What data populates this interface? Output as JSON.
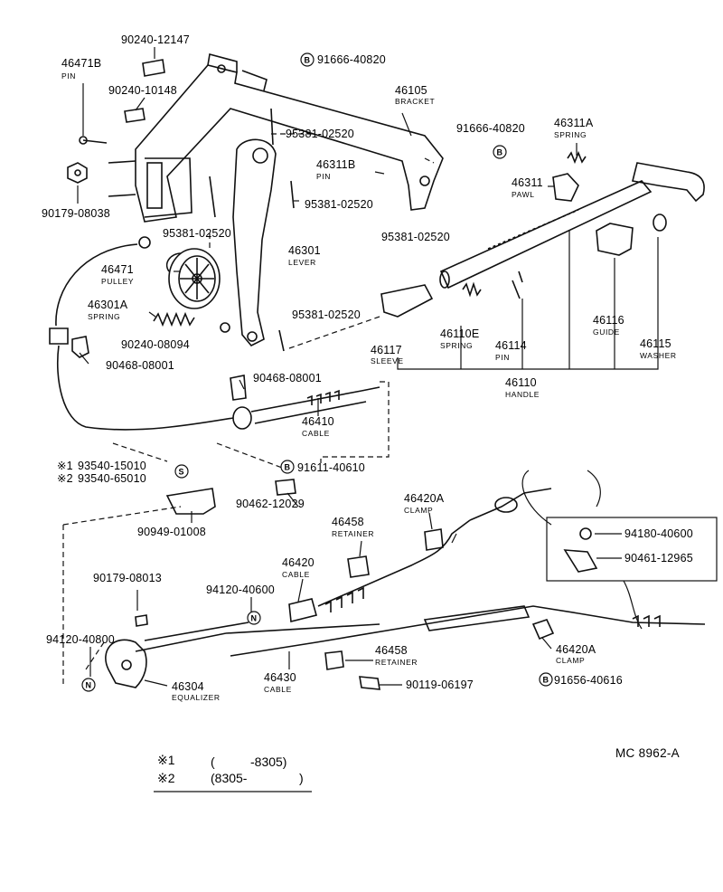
{
  "labels": {
    "p90240_12147": "90240-12147",
    "p46471b": "46471B",
    "p46471b_name": "PIN",
    "p91666_40820_top": "91666-40820",
    "p90240_10148": "90240-10148",
    "p46105": "46105",
    "p46105_name": "BRACKET",
    "p95381_a": "95381-02520",
    "p91666_40820_mid": "91666-40820",
    "p46311a": "46311A",
    "p46311a_name": "SPRING",
    "p46311b": "46311B",
    "p46311b_name": "PIN",
    "p46311": "46311",
    "p46311_name": "PAWL",
    "p90179_08038": "90179-08038",
    "p95381_b": "95381-02520",
    "p95381_c": "95381-02520",
    "p95381_d": "95381-02520",
    "p46301": "46301",
    "p46301_name": "LEVER",
    "p46471": "46471",
    "p46471_name": "PULLEY",
    "p46301a": "46301A",
    "p46301a_name": "SPRING",
    "p95381_e": "95381-02520",
    "p90240_08094": "90240-08094",
    "p90468_a": "90468-08001",
    "p46117": "46117",
    "p46117_name": "SLEEVE",
    "p46110e": "46110E",
    "p46110e_name": "SPRING",
    "p46114": "46114",
    "p46114_name": "PIN",
    "p46116": "46116",
    "p46116_name": "GUIDE",
    "p46115": "46115",
    "p46115_name": "WASHER",
    "p46110": "46110",
    "p46110_name": "HANDLE",
    "p90468_b": "90468-08001",
    "p46410": "46410",
    "p46410_name": "CABLE",
    "p93540_15010": "93540-15010",
    "p93540_65010": "93540-65010",
    "p91611_40610": "91611-40610",
    "p90462_12029": "90462-12029",
    "p90949_01008": "90949-01008",
    "p46420a_top": "46420A",
    "p46420a_top_name": "CLAMP",
    "p46458_top": "46458",
    "p46458_top_name": "RETAINER",
    "p94180_40600": "94180-40600",
    "p90461_12965": "90461-12965",
    "p46420": "46420",
    "p46420_name": "CABLE",
    "p90179_08013": "90179-08013",
    "p94120_40600": "94120-40600",
    "p94120_40800": "94120-40800",
    "p46304": "46304",
    "p46304_name": "EQUALIZER",
    "p46430": "46430",
    "p46430_name": "CABLE",
    "p46458_bot": "46458",
    "p46458_bot_name": "RETAINER",
    "p90119_06197": "90119-06197",
    "p46420a_bot": "46420A",
    "p46420a_bot_name": "CLAMP",
    "p91656_40616": "91656-40616",
    "mc_code": "MC 8962-A"
  },
  "markers": {
    "b": "B",
    "s": "S",
    "n": "N",
    "note1": "※1",
    "note2": "※2"
  },
  "legend": {
    "row1_mark": "※1",
    "row1_open": "(",
    "row1_value": "-8305)",
    "row2_mark": "※2",
    "row2_value": "(8305-",
    "row2_close": ")"
  }
}
